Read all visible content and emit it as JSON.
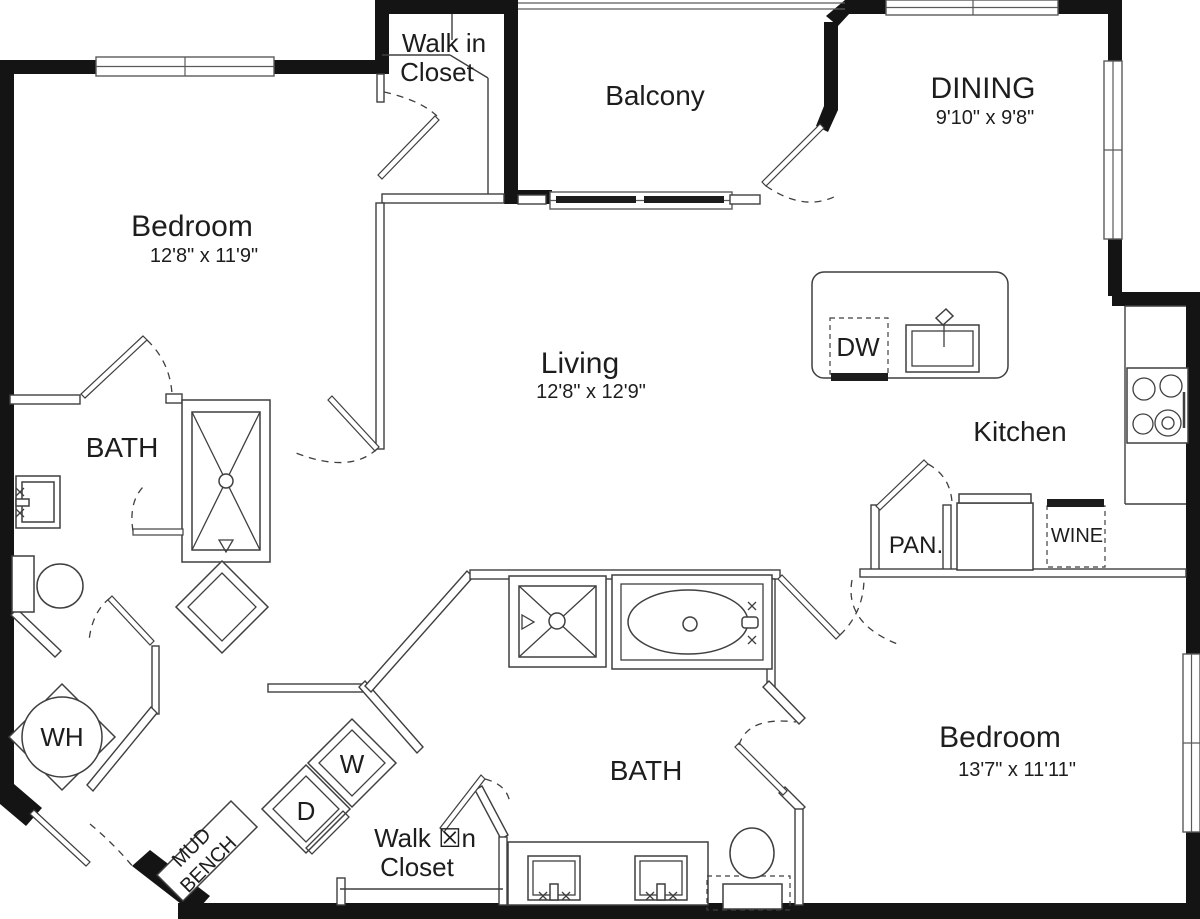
{
  "rooms": {
    "bedroom1": {
      "name": "Bedroom",
      "dims": "12'8\" x 11'9\""
    },
    "closet_top": {
      "line1": "Walk in",
      "line2": "Closet"
    },
    "balcony": {
      "name": "Balcony"
    },
    "dining": {
      "name": "DINING",
      "dims": "9'10\" x 9'8\""
    },
    "living": {
      "name": "Living",
      "dims": "12'8\" x 12'9\""
    },
    "kitchen": {
      "name": "Kitchen"
    },
    "bath1": {
      "name": "BATH"
    },
    "bath2": {
      "name": "BATH"
    },
    "bedroom2": {
      "name": "Bedroom",
      "dims": "13'7\" x 11'11\""
    },
    "closet_bottom": {
      "line1": "Walk ☒n",
      "line2": "Closet"
    },
    "pantry": {
      "name": "PAN."
    },
    "wine": {
      "name": "WINE"
    }
  },
  "appliances": {
    "dishwasher": "DW",
    "water_heater": "WH",
    "washer": "W",
    "dryer": "D",
    "mud_bench_line1": "MUD",
    "mud_bench_line2": "BENCH"
  },
  "colors": {
    "wall": "#141414",
    "line": "#3f3f3f",
    "background": "#ffffff"
  }
}
